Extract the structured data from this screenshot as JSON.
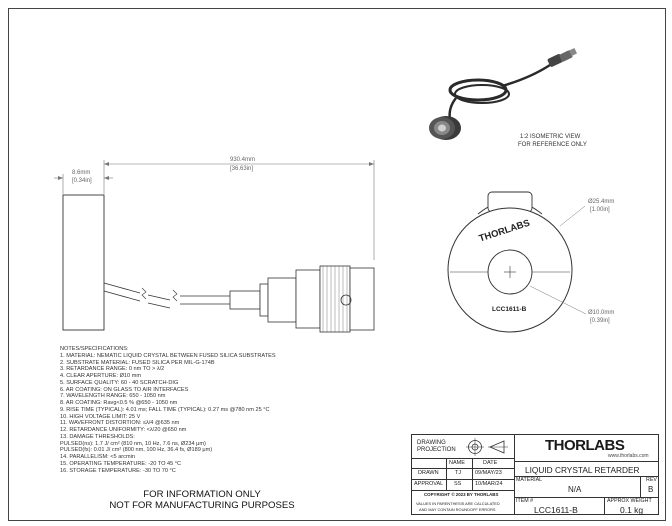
{
  "view_label": {
    "line1": "1:2 ISOMETRIC VIEW",
    "line2": "FOR REFERENCE ONLY"
  },
  "dimensions": {
    "thickness_mm": "8.6mm",
    "thickness_in": "[0.34in]",
    "length_mm": "930.4mm",
    "length_in": "[36.63in]",
    "outer_dia_mm": "Ø25.4mm",
    "outer_dia_in": "[1.00in]",
    "aperture_mm": "Ø10.0mm",
    "aperture_in": "[0.39in]"
  },
  "part_marking": {
    "brand": "THORLABS",
    "model": "LCC1611-B"
  },
  "notes": {
    "heading": "NOTES/SPECIFICATIONS:",
    "items": [
      "1. MATERIAL: NEMATIC LIQUID CRYSTAL BETWEEN FUSED SILICA SUBSTRATES",
      "2. SUBSTRATE MATERIAL: FUSED SILICA PER MIL-G-174B",
      "3. RETARDANCE RANGE: 0 nm TO > λ/2",
      "4. CLEAR APERTURE: Ø10 mm",
      "5. SURFACE QUALITY: 60 - 40 SCRATCH-DIG",
      "6. AR COATING: ON GLASS TO AIR INTERFACES",
      "7. WAVELENGTH RANGE: 650 - 1050 nm",
      "8. AR COATING: Ravg<0.5 % @650 - 1050 nm",
      "9. RISE TIME (TYPICAL): 4.01 ms; FALL TIME (TYPICAL): 0.27 ms @780 nm 25 °C",
      "10. HIGH VOLTAGE LIMIT: 25 V",
      "11. WAVEFRONT DISTORTION: ≤λ/4 @635 nm",
      "12. RETARDANCE UNIFORMITY: <λ/20 @650 nm",
      "13. DAMAGE THRESHOLDS:",
      "PULSED(ns): 1.7 J/ cm² (810 nm, 10 Hz, 7.6 ns, Ø234 μm)",
      "PULSED(fs): 0.01 J/ cm² (800 nm, 100 Hz, 36.4 fs, Ø189 μm)",
      "14. PARALLELISM: <5 arcmin",
      "15. OPERATING TEMPERATURE: -20 TO 45 °C",
      "16. STORAGE TEMPERATURE: -30 TO 70 °C"
    ]
  },
  "disclaimer": {
    "line1": "FOR INFORMATION ONLY",
    "line2": "NOT FOR MANUFACTURING PURPOSES"
  },
  "title_block": {
    "drawing_projection": "DRAWING\nPROJECTION",
    "col_name": "NAME",
    "col_date": "DATE",
    "row_drawn": "DRAWN",
    "drawn_name": "TJ",
    "drawn_date": "09/MAY/23",
    "row_approval": "APPROVAL",
    "approval_name": "SS",
    "approval_date": "10/MAR/24",
    "copyright": "COPYRIGHT © 2023 BY THORLABS",
    "tolerance_note1": "VALUES IN PARENTHESIS ARE CALCULATED",
    "tolerance_note2": "AND MAY CONTAIN ROUNDOFF ERRORS",
    "logo": "THORLABS",
    "website": "www.thorlabs.com",
    "title": "LIQUID CRYSTAL RETARDER",
    "material_label": "MATERIAL",
    "material_value": "N/A",
    "rev_label": "REV",
    "rev_value": "B",
    "item_label": "ITEM #",
    "item_value": "LCC1611-B",
    "weight_label": "APPROX WEIGHT",
    "weight_value": "0.1 kg"
  },
  "colors": {
    "line": "#333333",
    "dimension": "#777777",
    "part_fill": "#ffffff",
    "isometric_dark": "#2a2a2a"
  }
}
